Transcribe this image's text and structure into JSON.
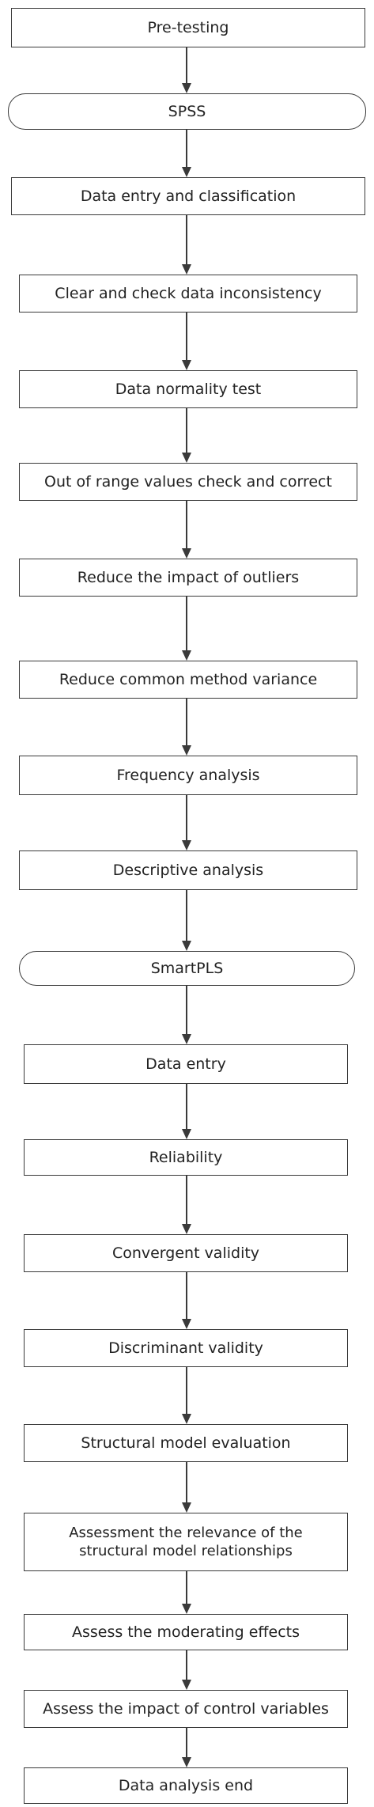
{
  "diagram": {
    "steps": [
      {
        "label": "Pre-testing",
        "shape": "rect"
      },
      {
        "label": "SPSS",
        "shape": "terminal"
      },
      {
        "label": "Data entry and classification",
        "shape": "rect"
      },
      {
        "label": "Clear and check data inconsistency",
        "shape": "rect"
      },
      {
        "label": "Data normality test",
        "shape": "rect"
      },
      {
        "label": "Out of range values check and correct",
        "shape": "rect"
      },
      {
        "label": "Reduce the impact of outliers",
        "shape": "rect"
      },
      {
        "label": "Reduce common  method variance",
        "shape": "rect"
      },
      {
        "label": "Frequency analysis",
        "shape": "rect"
      },
      {
        "label": "Descriptive analysis",
        "shape": "rect"
      },
      {
        "label": "SmartPLS",
        "shape": "terminal"
      },
      {
        "label": "Data entry",
        "shape": "rect"
      },
      {
        "label": "Reliability",
        "shape": "rect"
      },
      {
        "label": "Convergent  validity",
        "shape": "rect"
      },
      {
        "label": "Discriminant validity",
        "shape": "rect"
      },
      {
        "label": "Structural model evaluation",
        "shape": "rect"
      },
      {
        "label": "Assessment  the relevance of the\nstructural model relationships",
        "shape": "rect"
      },
      {
        "label": "Assess the moderating effects",
        "shape": "rect"
      },
      {
        "label": "Assess the impact of control variables",
        "shape": "rect"
      },
      {
        "label": "Data analysis end",
        "shape": "rect"
      }
    ]
  }
}
